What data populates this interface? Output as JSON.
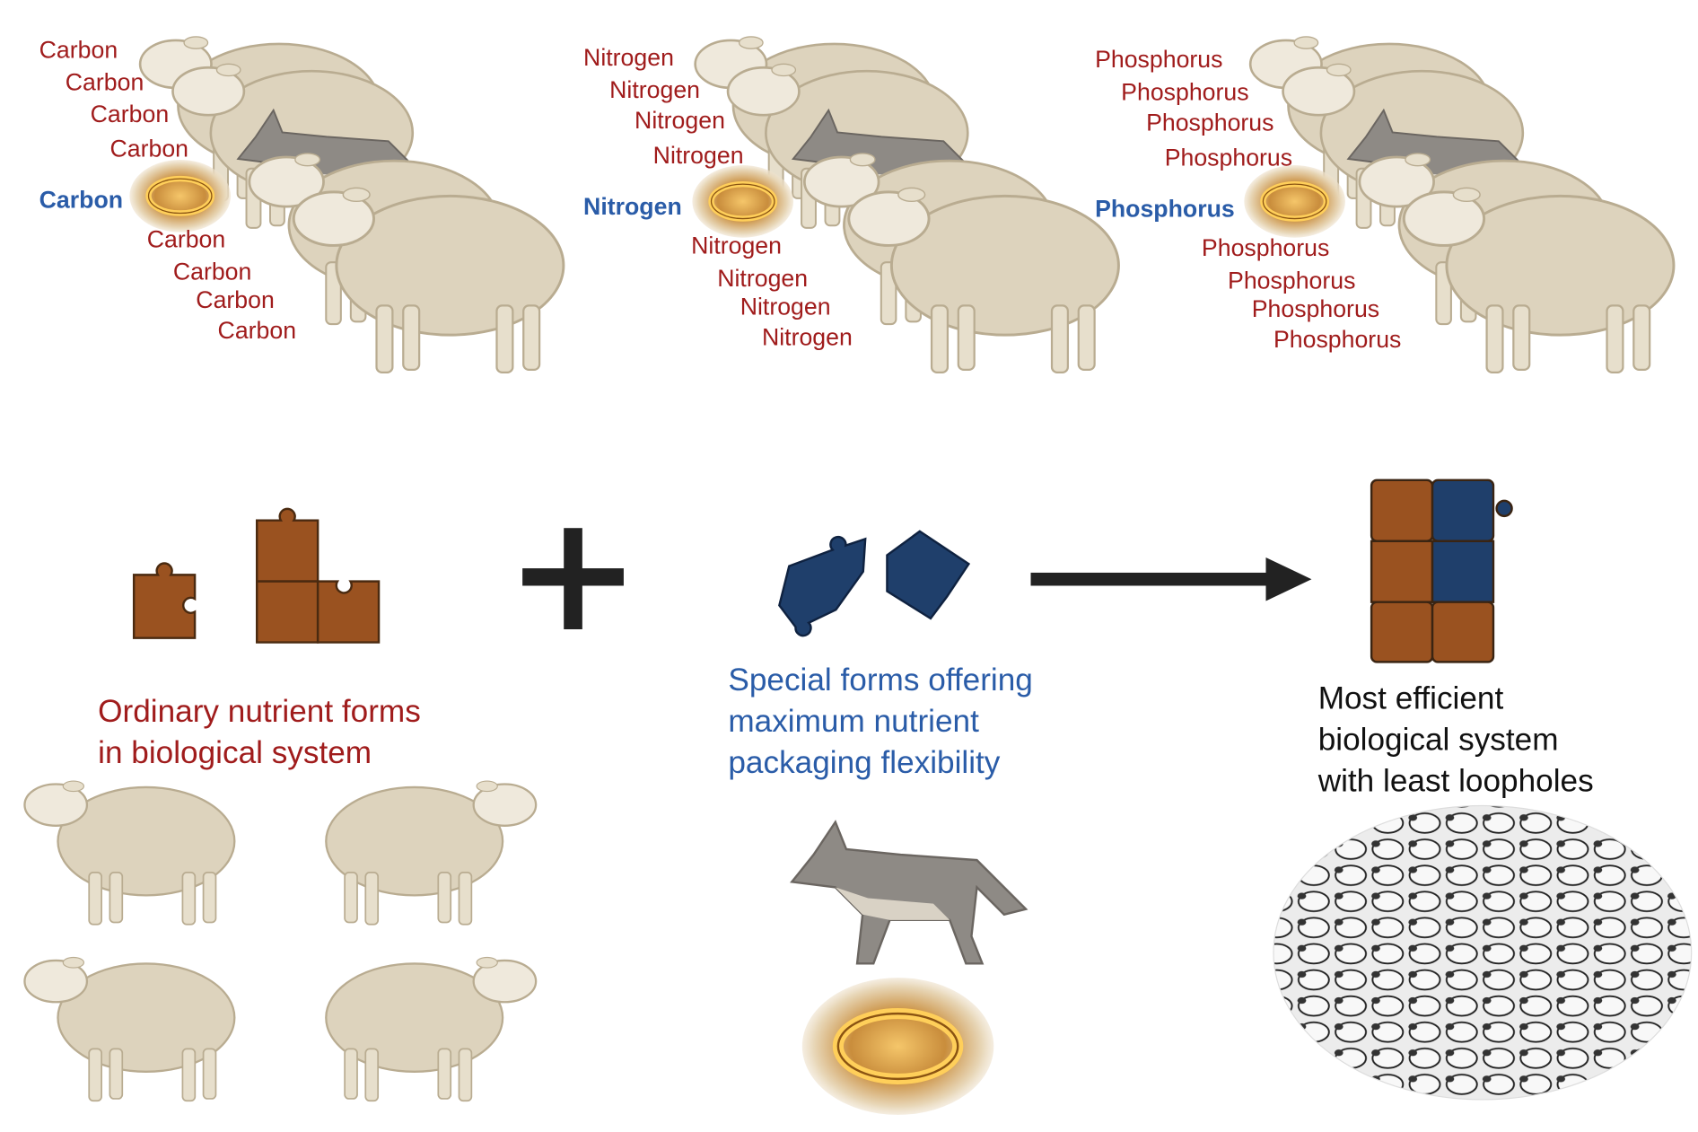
{
  "groups": [
    {
      "element": "Carbon",
      "labels": [
        "Carbon",
        "Carbon",
        "Carbon",
        "Carbon",
        "Carbon",
        "Carbon",
        "Carbon",
        "Carbon",
        "Carbon"
      ],
      "highlighted_index": 4
    },
    {
      "element": "Nitrogen",
      "labels": [
        "Nitrogen",
        "Nitrogen",
        "Nitrogen",
        "Nitrogen",
        "Nitrogen",
        "Nitrogen",
        "Nitrogen",
        "Nitrogen",
        "Nitrogen"
      ],
      "highlighted_index": 4
    },
    {
      "element": "Phosphorus",
      "labels": [
        "Phosphorus",
        "Phosphorus",
        "Phosphorus",
        "Phosphorus",
        "Phosphorus",
        "Phosphorus",
        "Phosphorus",
        "Phosphorus",
        "Phosphorus"
      ],
      "highlighted_index": 4
    }
  ],
  "captions": {
    "ordinary": "Ordinary nutrient forms\nin biological system",
    "special": "Special forms offering\nmaximum nutrient\npackaging flexibility",
    "efficient": "Most efficient\nbiological system\nwith least loopholes"
  },
  "colors": {
    "ordinary": "#a01c1c",
    "special": "#2a5ca8",
    "highlight": "#2a5ca8",
    "puzzle_brown": "#9a5220",
    "puzzle_blue": "#1f3f6b",
    "sheep": "#ddd3bd"
  }
}
